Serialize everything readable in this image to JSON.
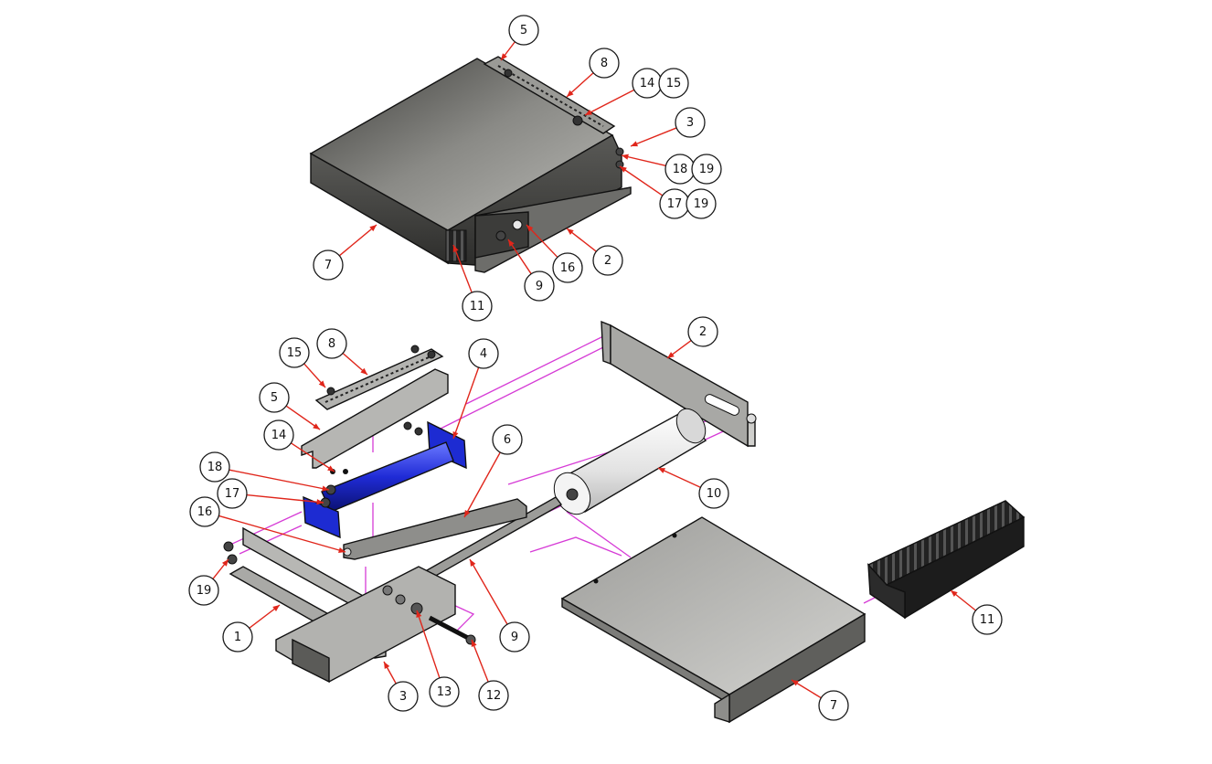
{
  "colors": {
    "leader": "#e0261b",
    "explode_line": "#d63bd6",
    "metal_dark": "#4a4a48",
    "metal_mid": "#8f8f8c",
    "metal_light": "#c9c9c6",
    "roller_white": "#ececec",
    "blue_part": "#1f2bd6",
    "brush_black": "#1b1b1b"
  },
  "callouts": {
    "assembled": [
      "5",
      "8",
      "14",
      "15",
      "3",
      "18",
      "19",
      "17",
      "19",
      "2",
      "16",
      "9",
      "11",
      "7"
    ],
    "exploded": [
      "2",
      "15",
      "8",
      "4",
      "5",
      "14",
      "6",
      "10",
      "18",
      "17",
      "16",
      "19",
      "1",
      "9",
      "11",
      "13",
      "12",
      "3",
      "7"
    ]
  }
}
